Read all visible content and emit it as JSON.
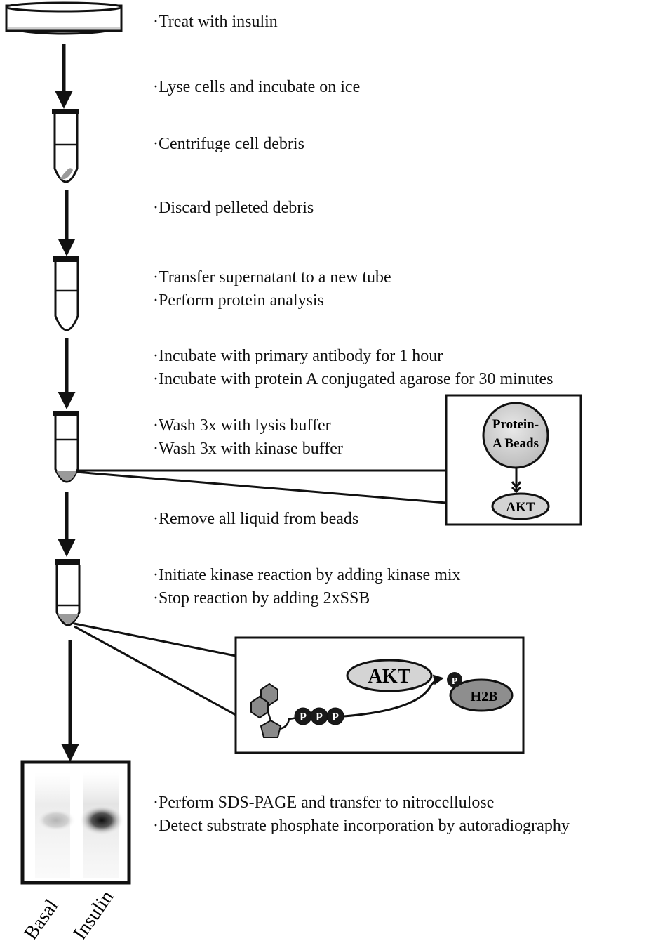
{
  "steps": [
    {
      "lines": [
        "·Treat with insulin"
      ]
    },
    {
      "lines": [
        "·Lyse cells and incubate on ice"
      ]
    },
    {
      "lines": [
        "·Centrifuge cell debris"
      ]
    },
    {
      "lines": [
        "·Discard pelleted debris"
      ]
    },
    {
      "lines": [
        "·Transfer supernatant to a new tube",
        "·Perform protein analysis"
      ]
    },
    {
      "lines": [
        "·Incubate with primary antibody for 1 hour",
        "·Incubate with protein A conjugated agarose for 30 minutes"
      ]
    },
    {
      "lines": [
        "·Wash 3x with lysis buffer",
        "·Wash 3x with kinase buffer"
      ]
    },
    {
      "lines": [
        "·Remove all liquid from beads"
      ]
    },
    {
      "lines": [
        "·Initiate kinase reaction by adding kinase mix",
        "·Stop reaction by adding 2xSSB"
      ]
    },
    {
      "lines": [
        "·Perform SDS-PAGE and transfer to nitrocellulose",
        "·Detect substrate phosphate incorporation by autoradiography"
      ]
    }
  ],
  "inset_beads": {
    "bead_label_line1": "Protein-",
    "bead_label_line2": "A Beads",
    "akt_label": "AKT"
  },
  "inset_reaction": {
    "akt_label": "AKT",
    "phosphate_label": "P",
    "substrate_label": "H2B"
  },
  "blot": {
    "lanes": [
      {
        "label": "Basal",
        "intensity": 0.35
      },
      {
        "label": "Insulin",
        "intensity": 1.0
      }
    ]
  },
  "colors": {
    "line": "#111111",
    "fill_gray": "#c9c9c9",
    "pellet_gray": "#9a9a9a",
    "dark_ball": "#1a1a1a"
  }
}
